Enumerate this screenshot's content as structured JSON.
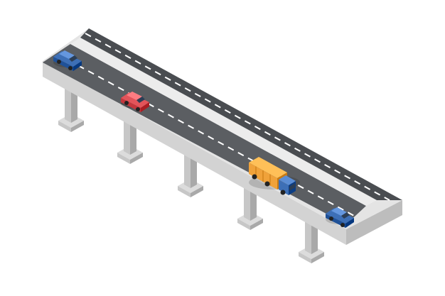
{
  "scene": {
    "subject": "elevated-highway",
    "colors": {
      "background": "#ffffff",
      "asphalt": "#5b5e62",
      "asphalt_dark": "#4a4d51",
      "lane_marking": "#ffffff",
      "median": "#ececec",
      "deck_top": "#e4e4e4",
      "deck_side": "#bdbdbd",
      "deck_front": "#d3d3d3",
      "pillar_light": "#dcdcdc",
      "pillar_mid": "#c7c7c7",
      "pillar_dark": "#a9a9a9"
    },
    "vehicles": [
      {
        "name": "blue-car-top-left",
        "type": "car",
        "color": "#3d6fb6"
      },
      {
        "name": "red-car",
        "type": "car",
        "color": "#e2545a"
      },
      {
        "name": "cargo-truck",
        "type": "truck",
        "cargo_color": "#f0a23a",
        "cab_color": "#3d6fb6"
      },
      {
        "name": "blue-car-bottom-right",
        "type": "car",
        "color": "#3d6fb6"
      }
    ]
  }
}
